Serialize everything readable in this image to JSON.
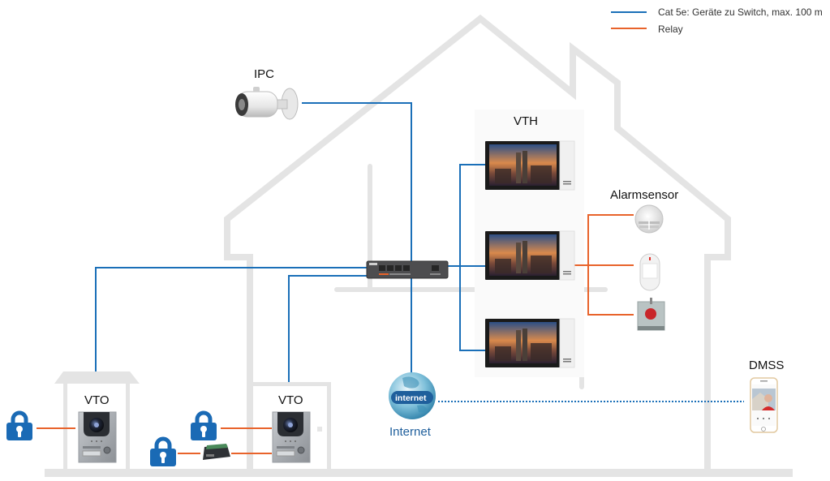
{
  "legend": {
    "items": [
      {
        "label": "Cat 5e: Geräte zu Switch, max. 100 m",
        "color": "#1a6fb8",
        "kind": "cat5e-line"
      },
      {
        "label": "Relay",
        "color": "#e8632b",
        "kind": "relay-line"
      }
    ]
  },
  "colors": {
    "cat5e": "#1a6fb8",
    "relay": "#e8632b",
    "walls": "#e4e4e4",
    "lock": "#1a6ab5",
    "internet_text": "#1f5f9c"
  },
  "devices": {
    "ipc": {
      "label": "IPC",
      "icon": "bullet-camera-icon"
    },
    "switch": {
      "icon": "poe-switch-icon"
    },
    "vth": {
      "label": "VTH",
      "count": 3,
      "icon": "indoor-monitor-icon"
    },
    "alarm": {
      "label": "Alarmsensor",
      "sensors": [
        "smoke-detector-icon",
        "pir-motion-sensor-icon",
        "emergency-button-icon"
      ]
    },
    "vto_left": {
      "label": "VTO",
      "icon": "door-station-icon"
    },
    "vto_right": {
      "label": "VTO",
      "icon": "door-station-icon"
    },
    "internet": {
      "label": "Internet",
      "badge": "internet",
      "icon": "globe-icon"
    },
    "dmss": {
      "label": "DMSS",
      "icon": "smartphone-app-icon"
    },
    "locks": {
      "count": 3,
      "icon": "lock-icon"
    },
    "relay_module": {
      "icon": "relay-module-icon"
    }
  }
}
